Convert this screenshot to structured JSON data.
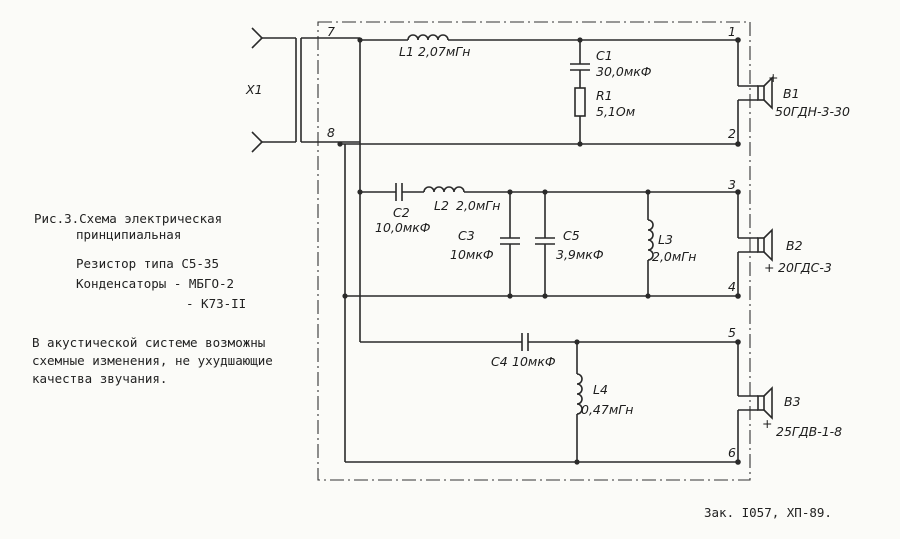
{
  "connector": {
    "label": "X1"
  },
  "nodes": {
    "n1": "1",
    "n2": "2",
    "n3": "3",
    "n4": "4",
    "n5": "5",
    "n6": "6",
    "n7": "7",
    "n8": "8"
  },
  "components": {
    "L1": {
      "name": "L1",
      "value": "2,07мГн"
    },
    "C1": {
      "name": "C1",
      "value": "30,0мкФ"
    },
    "R1": {
      "name": "R1",
      "value": "5,1Ом"
    },
    "C2": {
      "name": "C2",
      "value": "10,0мкФ"
    },
    "L2": {
      "name": "L2",
      "value": "2,0мГн"
    },
    "C3": {
      "name": "C3",
      "value": "10мкФ"
    },
    "C5": {
      "name": "C5",
      "value": "3,9мкФ"
    },
    "L3": {
      "name": "L3",
      "value": "2,0мГн"
    },
    "C4": {
      "name": "C4",
      "value": "10мкФ"
    },
    "L4": {
      "name": "L4",
      "value": "0,47мГн"
    }
  },
  "speakers": {
    "B1": {
      "name": "B1",
      "model": "50ГДН-3-30"
    },
    "B2": {
      "name": "B2",
      "model": "20ГДС-3"
    },
    "B3": {
      "name": "B3",
      "model": "25ГДВ-1-8"
    }
  },
  "plus": "+",
  "caption": {
    "title1": "Рис.3.Схема электрическая",
    "title2": "принципиальная",
    "resistor": "Резистор типа С5-35",
    "capacitors1": "Конденсаторы - МБГО-2",
    "capacitors2": "- К73-II",
    "note1": "В акустической системе возможны",
    "note2": "схемные изменения, не ухудшающие",
    "note3": "качества звучания."
  },
  "footer": "Зак. I057, ХП-89."
}
